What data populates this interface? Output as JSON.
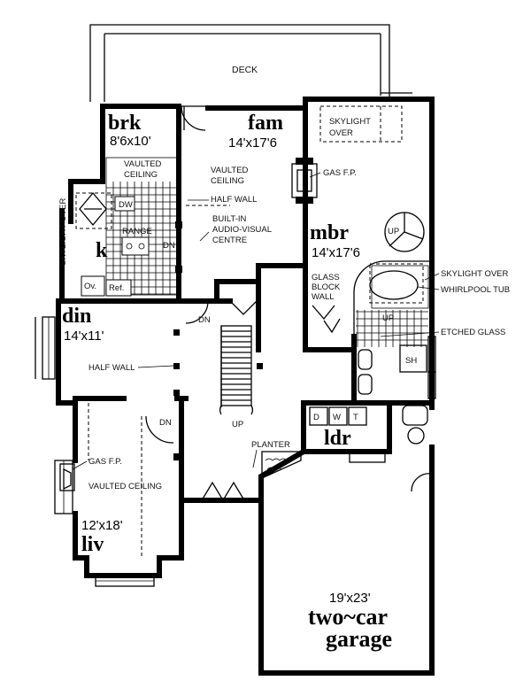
{
  "rooms": {
    "deck": "DECK",
    "brk": {
      "name": "brk",
      "dim": "8'6x10'"
    },
    "fam": {
      "name": "fam",
      "dim": "14'x17'6"
    },
    "mbr": {
      "name": "mbr",
      "dim": "14'x17'6"
    },
    "k": {
      "name": "k"
    },
    "din": {
      "name": "din",
      "dim": "14'x11'"
    },
    "liv": {
      "name": "liv",
      "dim": "12'x18'"
    },
    "ldr": {
      "name": "ldr"
    },
    "garage": {
      "dim": "19'x23'",
      "name_line1": "two~car",
      "name_line2": "garage"
    }
  },
  "labels": {
    "skylight_over_top_1": "SKYLIGHT",
    "skylight_over_top_2": "OVER",
    "vaulted_ceiling_brk_1": "VAULTED",
    "vaulted_ceiling_brk_2": "CEILING",
    "vaulted_ceiling_fam_1": "VAULTED",
    "vaulted_ceiling_fam_2": "CEILING",
    "half_wall_fam": "HALF WALL",
    "gas_fp_fam": "GAS F.P.",
    "built_in_1": "BUILT-IN",
    "built_in_2": "AUDIO-VISUAL",
    "built_in_3": "CENTRE",
    "skylight_over_side": "SKYLIGHT OVER",
    "dw": "DW",
    "range": "RANGE",
    "dn_kitchen": "DN",
    "ov": "Ov.",
    "ref": "Ref.",
    "up_mbr": "UP",
    "glass_block_1": "GLASS",
    "glass_block_2": "BLOCK",
    "glass_block_3": "WALL",
    "skylight_over_bath": "SKYLIGHT  OVER",
    "whirlpool_tub": "WHIRLPOOL TUB",
    "up_bath": "UP",
    "etched_glass": "ETCHED GLASS",
    "sh": "SH",
    "dn_hall": "DN",
    "half_wall_din": "HALF WALL",
    "up_stair": "UP",
    "dn_liv": "DN",
    "planter": "PLANTER",
    "d": "D",
    "w": "W",
    "t": "T",
    "gas_fp_liv": "GAS F.P.",
    "vaulted_ceiling_liv": "VAULTED CEILING"
  }
}
